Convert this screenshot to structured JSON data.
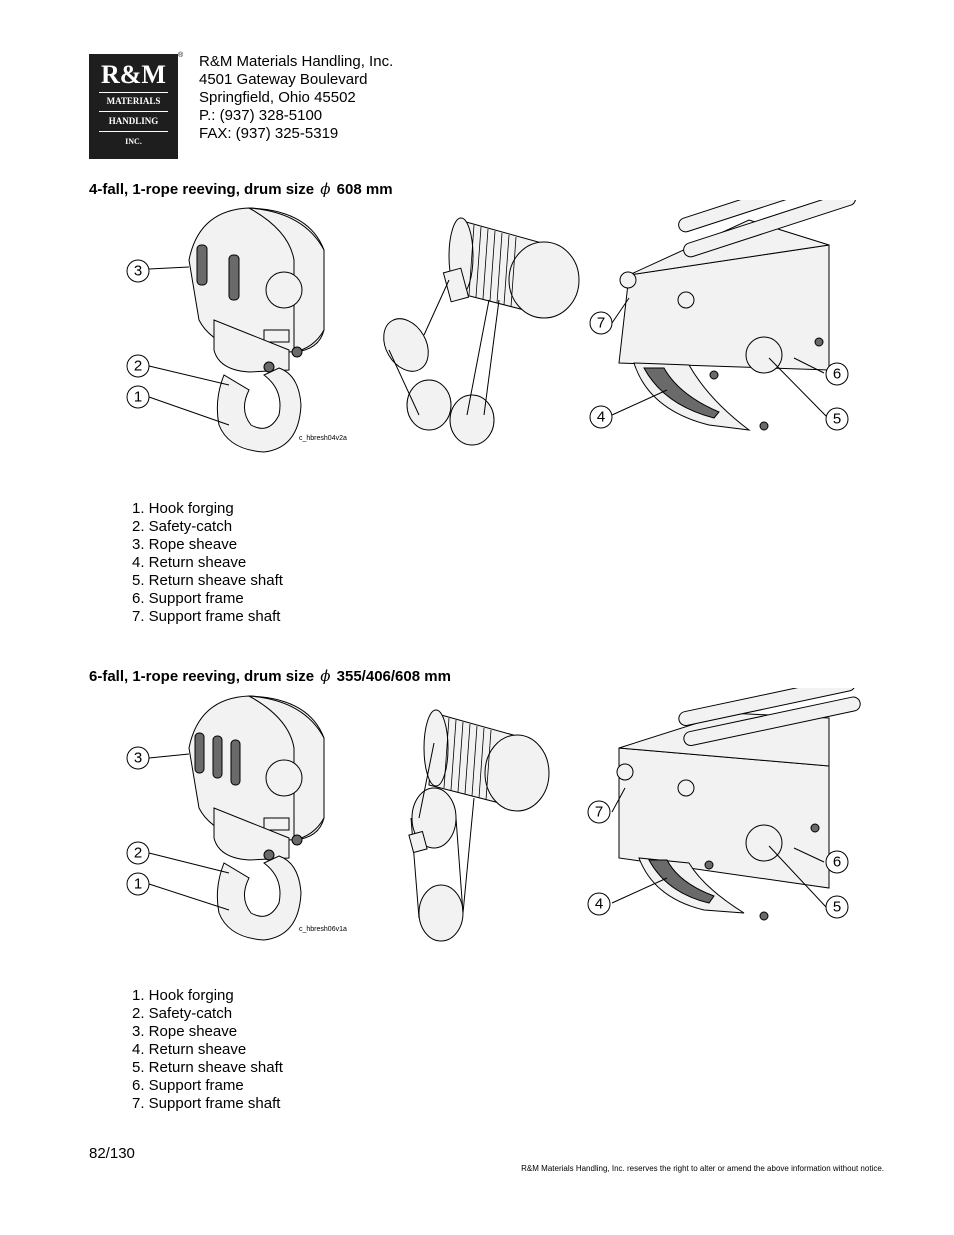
{
  "company": {
    "logo_line1": "R&M",
    "logo_line2": "MATERIALS",
    "logo_line3": "HANDLING",
    "logo_line4": "INC.",
    "registered_mark": "®",
    "name": "R&M Materials Handling, Inc.",
    "street": "4501 Gateway Boulevard",
    "city": "Springfield, Ohio 45502",
    "phone": "P.: (937) 328-5100",
    "fax": "FAX: (937) 325-5319"
  },
  "sections": [
    {
      "heading_pre": "4-fall, 1-rope reeving, drum size",
      "heading_symbol": "ϕ",
      "heading_post": "608 mm",
      "drawing_code": "c_hbresh04v2a",
      "callouts": [
        "1",
        "2",
        "3",
        "4",
        "5",
        "6",
        "7"
      ],
      "parts": [
        "1. Hook forging",
        "2. Safety-catch",
        "3. Rope sheave",
        "4. Return sheave",
        "5. Return sheave shaft",
        "6. Support frame",
        "7. Support frame shaft"
      ]
    },
    {
      "heading_pre": "6-fall, 1-rope reeving, drum size",
      "heading_symbol": "ϕ",
      "heading_post": "355/406/608 mm",
      "drawing_code": "c_hbresh06v1a",
      "callouts": [
        "1",
        "2",
        "3",
        "4",
        "5",
        "6",
        "7"
      ],
      "parts": [
        "1. Hook forging",
        "2. Safety-catch",
        "3. Rope sheave",
        "4. Return sheave",
        "5. Return sheave shaft",
        "6. Support frame",
        "7. Support frame shaft"
      ]
    }
  ],
  "page_number": "82/130",
  "notice": "R&M Materials Handling, Inc. reserves the right to alter or amend the above information without notice."
}
